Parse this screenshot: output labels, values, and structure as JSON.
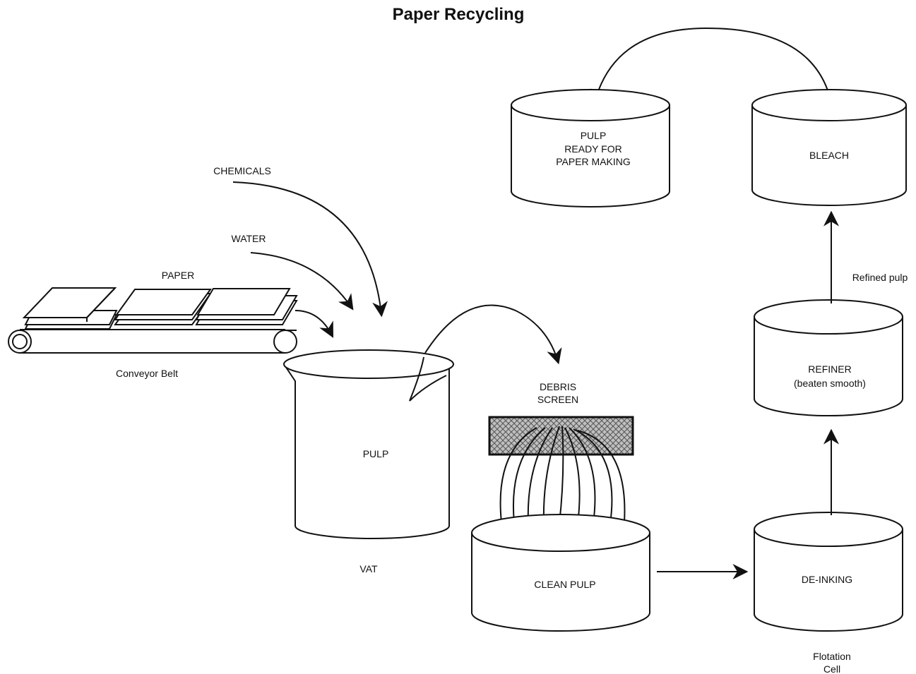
{
  "title": "Paper Recycling",
  "labels": {
    "chemicals": "CHEMICALS",
    "water": "WATER",
    "paper": "PAPER",
    "conveyor": "Conveyor Belt",
    "vat_pulp": "PULP",
    "vat": "VAT",
    "debris_1": "DEBRIS",
    "debris_2": "SCREEN",
    "clean_pulp": "CLEAN PULP",
    "deinking": "DE-INKING",
    "flotation_1": "Flotation",
    "flotation_2": "Cell",
    "refiner_1": "REFINER",
    "refiner_2": "(beaten smooth)",
    "refined_pulp": "Refined pulp",
    "bleach": "BLEACH",
    "ready_1": "PULP",
    "ready_2": "READY FOR",
    "ready_3": "PAPER MAKING"
  }
}
